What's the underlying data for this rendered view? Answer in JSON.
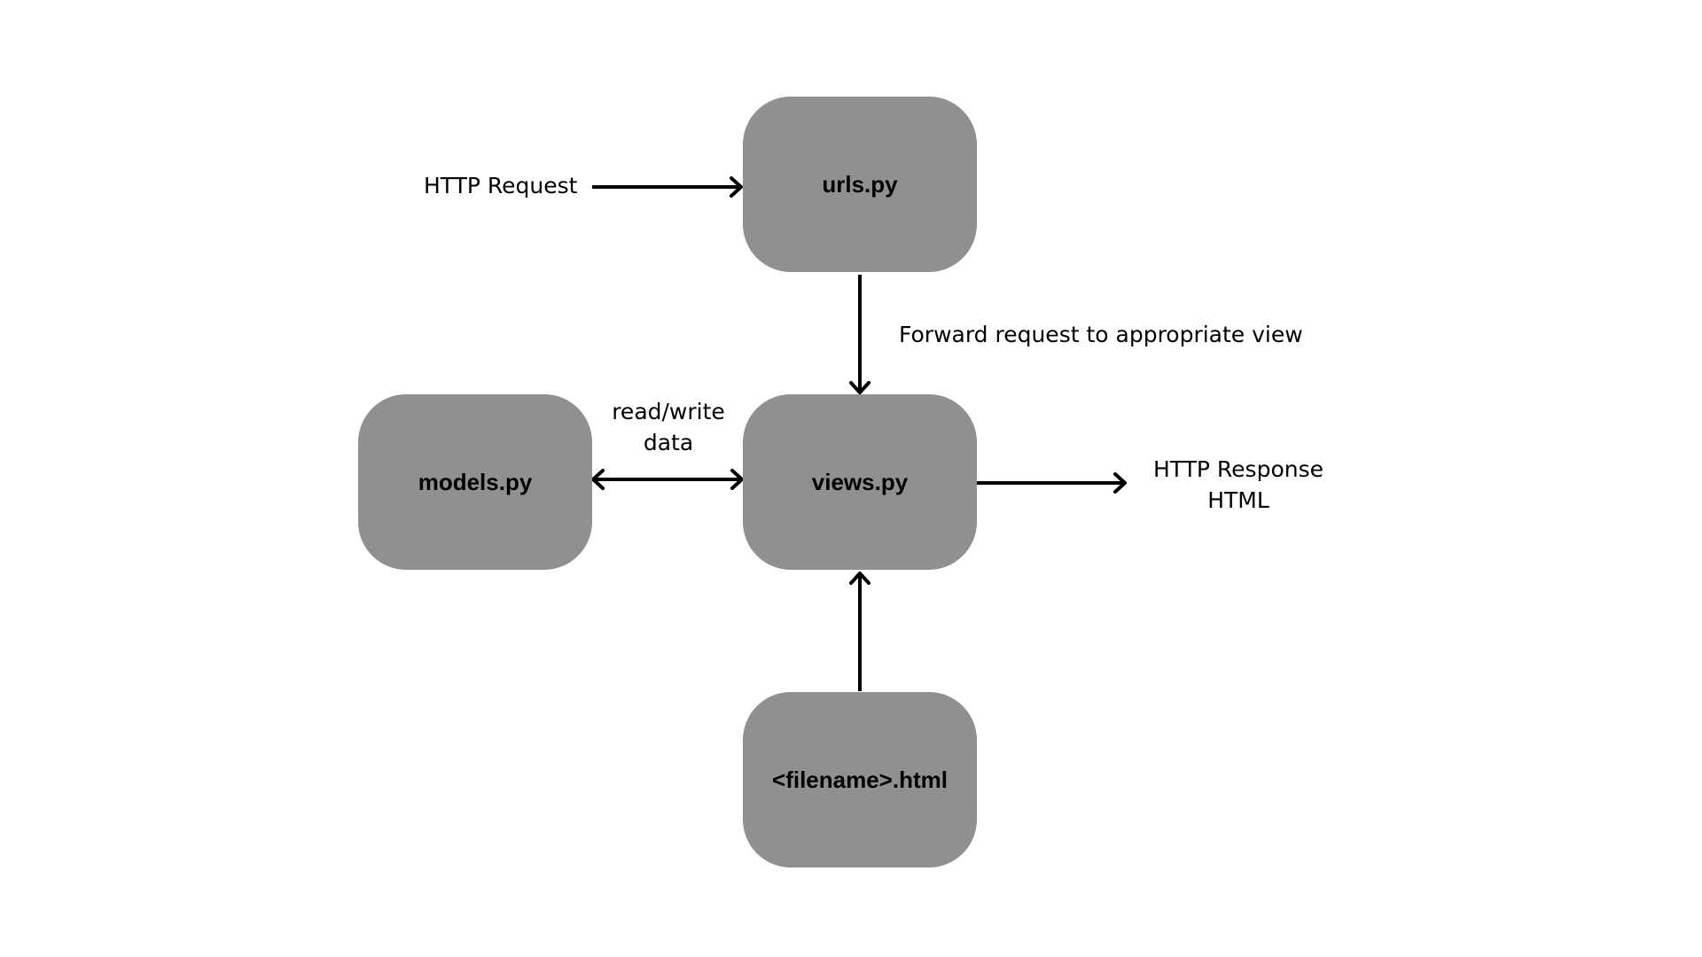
{
  "nodes": {
    "urls": "urls.py",
    "views": "views.py",
    "models": "models.py",
    "template": "<filename>.html"
  },
  "edge_labels": {
    "http_request": "HTTP Request",
    "forward": "Forward request to appropriate view",
    "read_write_line1": "read/write",
    "read_write_line2": "data",
    "response_line1": "HTTP Response",
    "response_line2": "HTML"
  },
  "colors": {
    "node_fill": "#909090",
    "text": "#000000",
    "arrow": "#000000",
    "background": "#ffffff"
  }
}
